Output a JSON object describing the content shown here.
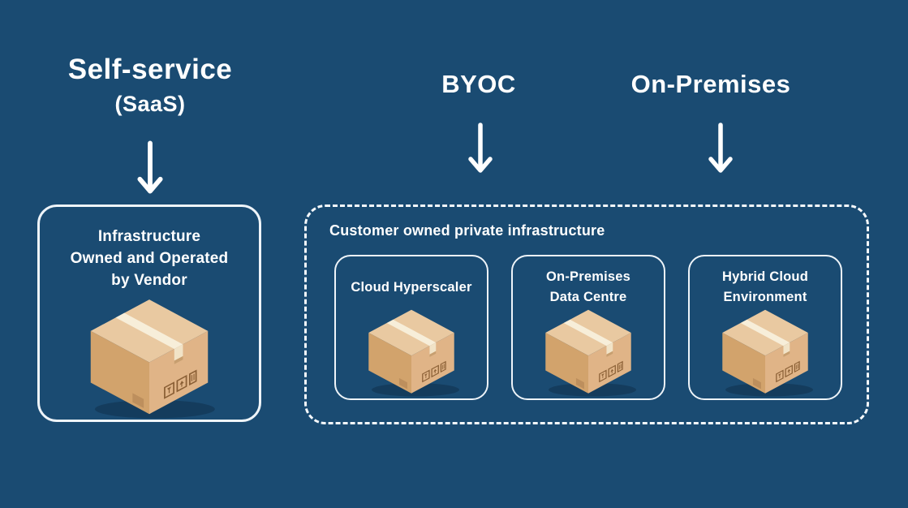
{
  "diagram": {
    "columns": {
      "saas": {
        "title": "Self-service",
        "subtitle": "(SaaS)"
      },
      "byoc": {
        "title": "BYOC"
      },
      "onprem": {
        "title": "On-Premises"
      }
    },
    "vendor_box": {
      "lines": [
        "Infrastructure",
        "Owned and Operated",
        "by Vendor"
      ]
    },
    "customer": {
      "label": "Customer owned private infrastructure",
      "boxes": [
        {
          "lines": [
            "Cloud Hyperscaler",
            ""
          ]
        },
        {
          "lines": [
            "On-Premises",
            "Data Centre"
          ]
        },
        {
          "lines": [
            "Hybrid Cloud",
            "Environment"
          ]
        }
      ]
    },
    "icons": {
      "down_arrow": "down-arrow",
      "parcel": "isometric-cardboard-box"
    },
    "colors": {
      "background": "#1a4b72",
      "border_white": "#eef4f9",
      "text": "#ffffff",
      "parcel_top": "#e9c9a1",
      "parcel_left": "#d2a36c",
      "parcel_right": "#e0b487",
      "parcel_tape": "#f7eed9",
      "parcel_icons": "#8a5f35"
    }
  }
}
